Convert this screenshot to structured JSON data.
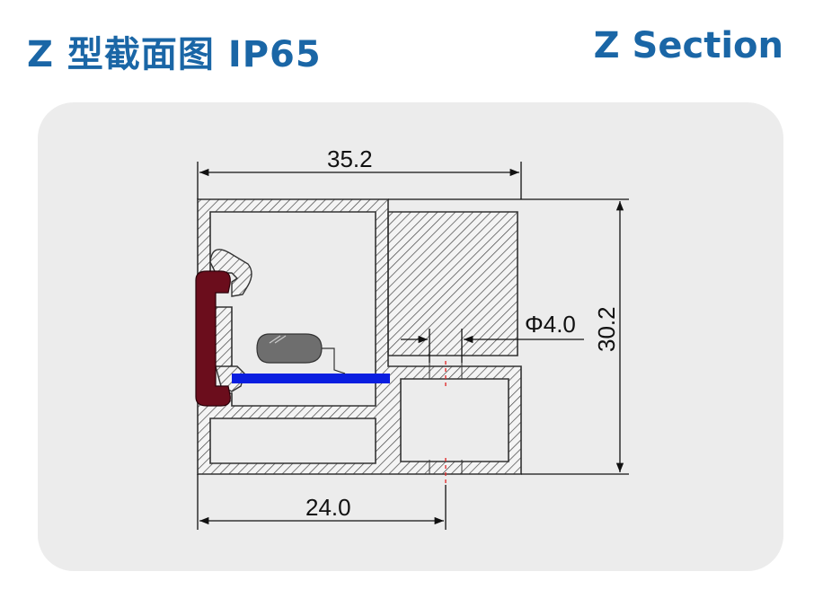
{
  "header": {
    "title_cn": "Z 型截面图  IP65",
    "title_en": "Z Section"
  },
  "dimensions": {
    "top_width": "35.2",
    "bottom_width": "24.0",
    "height": "30.2",
    "hole_diameter": "Φ4.0"
  },
  "colors": {
    "title": "#1a66a6",
    "panel": "#ececec",
    "led_strip": "#0a1ee0",
    "clip": "#6b0d1c",
    "lens": "#6e6e6e"
  }
}
